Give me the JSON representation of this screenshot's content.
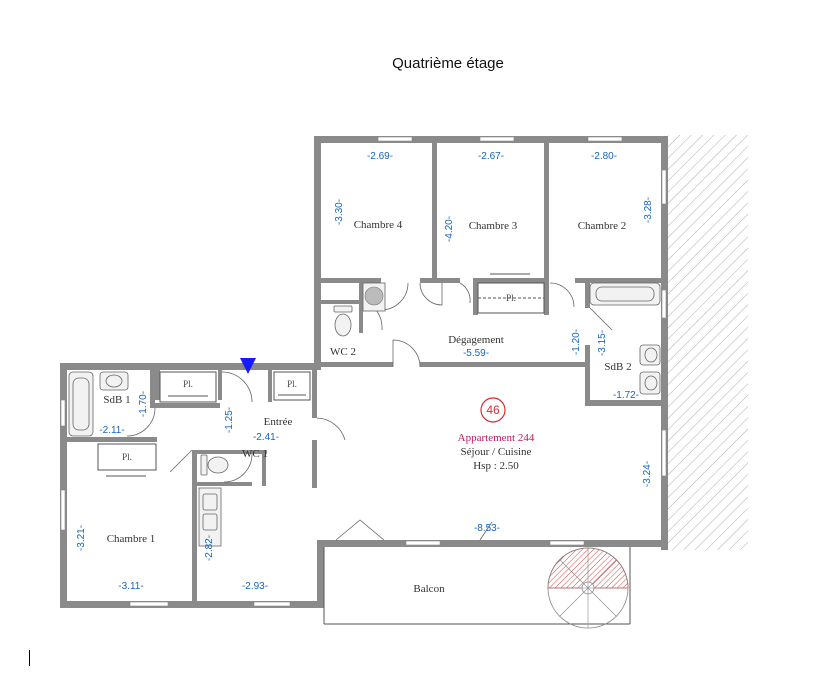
{
  "title": "Quatrième étage",
  "apartment": {
    "number": "46",
    "name": "Appartement 244",
    "main_room": "Séjour / Cuisine",
    "ceiling_height": "Hsp : 2.50"
  },
  "rooms": {
    "chambre4": "Chambre 4",
    "chambre3": "Chambre 3",
    "chambre2": "Chambre 2",
    "chambre1": "Chambre 1",
    "wc2": "WC 2",
    "wc1": "WC 1",
    "degagement": "Dégagement",
    "sdb1": "SdB 1",
    "sdb2": "SdB 2",
    "entree": "Entrée",
    "balcon": "Balcon"
  },
  "closets": {
    "pl_chambre3": "Pl.",
    "pl_sdb1": "Pl.",
    "pl_entree": "Pl.",
    "pl_chambre1": "Pl."
  },
  "dimensions": {
    "ch4_width": "-2.69-",
    "ch4_height": "-3.30-",
    "ch3_width": "-2.67-",
    "ch3_height": "-4.20-",
    "ch2_width": "-2.80-",
    "ch2_height": "-3.28-",
    "degagement_length": "-5.59-",
    "degagement_depth": "-1.20-",
    "sdb2_depth": "-3.15-",
    "sdb2_width": "-1.72-",
    "sdb1_depth": "-1.70-",
    "sdb1_width": "-2.11-",
    "entree_depth": "-1.25-",
    "entree_width": "-2.41-",
    "sejour_height": "-3.24-",
    "sejour_width": "-8.53-",
    "ch1_height": "-3.21-",
    "ch1_width": "-3.11-",
    "kitchen_height": "-2.82-",
    "kitchen_width": "-2.93-"
  },
  "colors": {
    "dimension": "#1565c0",
    "apartment_label": "#c2185b",
    "apartment_number": "#d32f2f",
    "entrance_marker": "#1a1aff",
    "stairs": "#d32f2f",
    "walls": "#8a8a8a"
  },
  "icons": [
    "entrance-arrow-icon",
    "spiral-staircase-icon",
    "toilet-icon",
    "bathtub-icon",
    "sink-icon",
    "shower-icon",
    "kitchen-sink-icon"
  ]
}
